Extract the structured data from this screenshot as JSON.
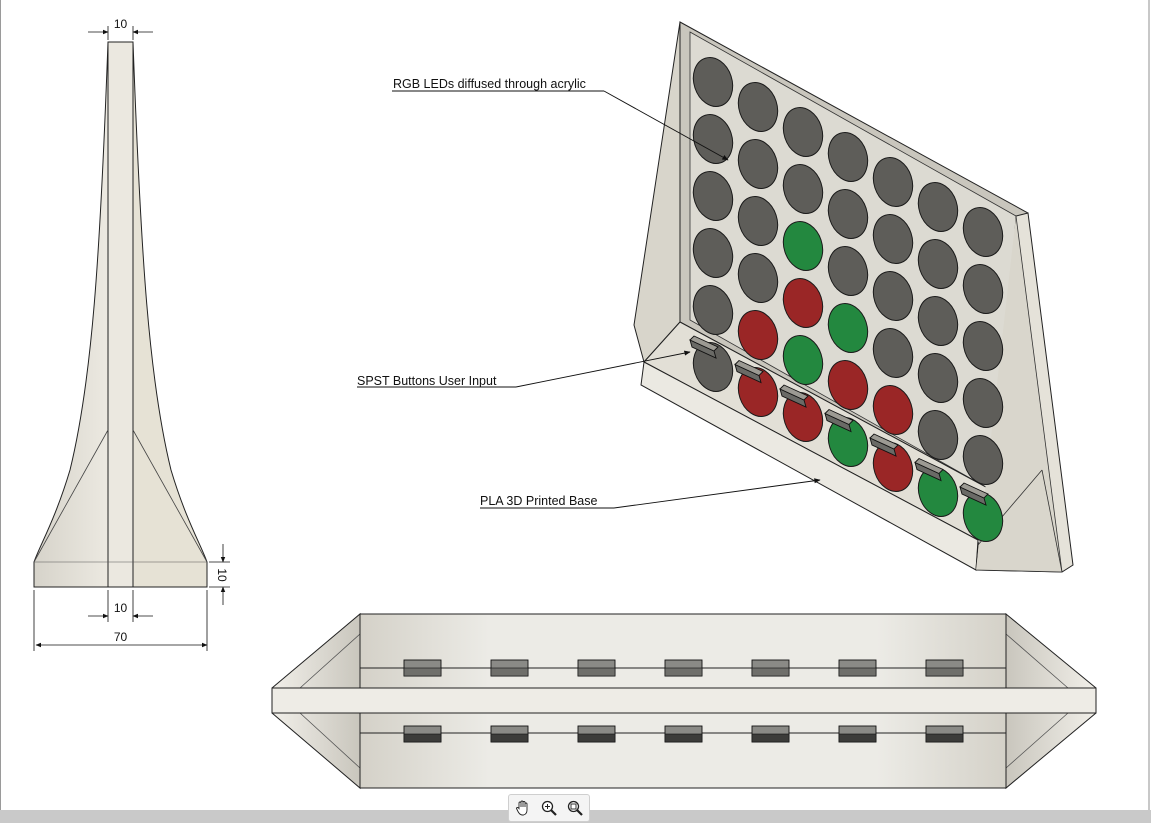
{
  "dimensions": {
    "top_width": "10",
    "base_height": "10",
    "stem_width": "10",
    "base_width": "70"
  },
  "callouts": {
    "leds": "RGB LEDs diffused through acrylic",
    "buttons": "SPST Buttons User Input",
    "base": "PLA 3D Printed Base"
  },
  "led_grid": {
    "columns": 7,
    "rows": 6,
    "colors": {
      "off": "#5e5d59",
      "red": "#9a2626",
      "green": "#23883f"
    },
    "states": [
      [
        "off",
        "off",
        "off",
        "off",
        "off",
        "off",
        "off"
      ],
      [
        "off",
        "off",
        "off",
        "off",
        "off",
        "off",
        "off"
      ],
      [
        "off",
        "off",
        "green",
        "off",
        "off",
        "off",
        "off"
      ],
      [
        "off",
        "off",
        "red",
        "green",
        "off",
        "off",
        "off"
      ],
      [
        "off",
        "red",
        "green",
        "red",
        "red",
        "off",
        "off"
      ],
      [
        "off",
        "red",
        "red",
        "green",
        "red",
        "green",
        "green"
      ]
    ]
  },
  "toolbar": {
    "tools": [
      "pan-icon",
      "zoom-icon",
      "zoom-window-icon"
    ]
  }
}
